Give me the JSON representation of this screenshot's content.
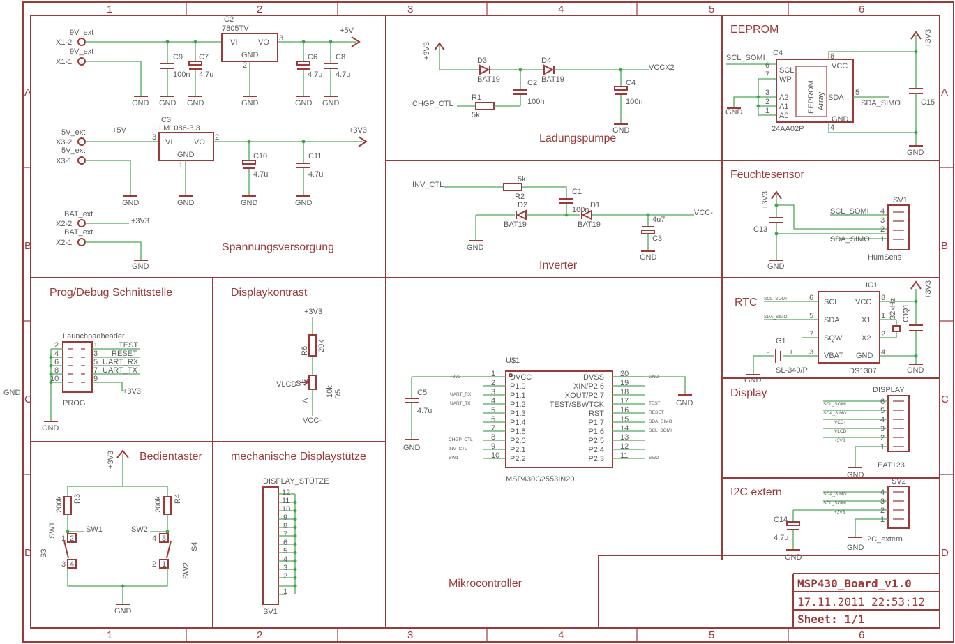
{
  "frame": {
    "columns": [
      "1",
      "2",
      "3",
      "4",
      "5",
      "6"
    ],
    "rows": [
      "A",
      "B",
      "C",
      "D"
    ]
  },
  "sections": {
    "power": "Spannungsversorgung",
    "charge_pump": "Ladungspumpe",
    "inverter": "Inverter",
    "eeprom": "EEPROM",
    "humidity": "Feuchtesensor",
    "rtc": "RTC",
    "prog": "Prog/Debug Schnittstelle",
    "contrast": "Displaykontrast",
    "display": "Display",
    "i2c": "I2C extern",
    "buttons": "Bedientaster",
    "mech": "mechanische Displaystütze",
    "mcu": "Mikrocontroller"
  },
  "power": {
    "x1_2": "X1-2",
    "x1_1": "X1-1",
    "v9_a": "9V_ext",
    "v9_b": "9V_ext",
    "ic2": "IC2",
    "ic2_val": "7805TV",
    "vi": "VI",
    "vo": "VO",
    "gnd": "GND",
    "p1": "1",
    "p2": "2",
    "p3": "3",
    "v5": "+5V",
    "c9": "C9",
    "c7": "C7",
    "c6": "C6",
    "c8": "C8",
    "v100n": "100n",
    "v47u": "4.7u",
    "x3_2": "X3-2",
    "x3_1": "X3-1",
    "v5_a": "5V_ext",
    "v5_b": "5V_ext",
    "ic3": "IC3",
    "ic3_val": "LM1086-3.3",
    "v33": "+3V3",
    "c10": "C10",
    "c11": "C11",
    "x2_2": "X2-2",
    "x2_1": "X2-1",
    "bat_a": "BAT_ext",
    "bat_b": "BAT_ext"
  },
  "pump": {
    "v33": "+3V3",
    "d3": "D3",
    "d4": "D4",
    "bat19": "BAT19",
    "vccx2": "VCCX2",
    "c2": "C2",
    "c4": "C4",
    "v100n": "100n",
    "chgp": "CHGP_CTL",
    "r1": "R1",
    "r1_val": "5k",
    "gnd": "GND"
  },
  "inverter": {
    "inv_ctl": "INV_CTL",
    "r2": "R2",
    "r2_val": "5k",
    "c1": "C1",
    "v100n": "100n",
    "d2": "D2",
    "d1": "D1",
    "bat19": "BAT19",
    "vcc_minus": "VCC-",
    "v4u7": "4u7",
    "c3": "C3",
    "gnd": "GND"
  },
  "eeprom": {
    "scl": "SCL_SOMI",
    "ic4": "IC4",
    "pin_scl": "SCL",
    "pin_wp": "WP",
    "pin_a2": "A2",
    "pin_a1": "A1",
    "pin_a0": "A0",
    "pin_vcc": "VCC",
    "pin_sda": "SDA",
    "pin_gnd": "GND",
    "inner1": "EEPROM",
    "inner2": "Array",
    "part": "24AA02P",
    "sda": "SDA_SIMO",
    "c15": "C15",
    "gnd": "GND",
    "v33": "+3V3",
    "n8": "8",
    "n6": "6",
    "n7": "7",
    "n3": "3",
    "n2": "2",
    "n1": "1",
    "n5": "5",
    "n4": "4"
  },
  "humidity": {
    "v33": "+3V3",
    "c13": "C13",
    "gnd": "GND",
    "sv1": "SV1",
    "scl": "SCL_SOMI",
    "sda": "SDA_SIMO",
    "part": "HumSens",
    "n4": "4",
    "n3": "3",
    "n2": "2",
    "n1": "1"
  },
  "rtc": {
    "scl": "SCL_SOMI",
    "sda": "SDA_SIMO",
    "pin_scl": "SCL",
    "pin_sda": "SDA",
    "pin_sqw": "SQW",
    "pin_vbat": "VBAT",
    "pin_vcc": "VCC",
    "pin_x1": "X1",
    "pin_x2": "X2",
    "pin_gnd": "GND",
    "ic1": "IC1",
    "part": "DS1307",
    "g1": "G1",
    "g1_val": "SL-340/P",
    "q1": "Q1",
    "q1_val": "32kHz",
    "c12": "C12",
    "gnd": "GND",
    "v33": "+3V3",
    "minus": "-",
    "plus": "+",
    "n6": "6",
    "n5": "5",
    "n7": "7",
    "n3": "3",
    "n8": "8",
    "n1": "1",
    "n2": "2",
    "n4": "4"
  },
  "prog": {
    "header": "Launchpadheader",
    "part": "PROG",
    "gnd": "GND",
    "v33": "+3V3",
    "test": "TEST",
    "reset": "RESET",
    "rx": "UART_RX",
    "tx": "UART_TX",
    "l2": "2",
    "l4": "4",
    "l6": "6",
    "l8": "8",
    "l10": "10",
    "r1": "1",
    "r3": "3",
    "r5": "5",
    "r7": "7",
    "r9": "9",
    "gnd_left": "GND"
  },
  "contrast": {
    "v33": "+3V3",
    "r6": "R6",
    "r6_val": "20k",
    "vlcd": "VLCD",
    "r5": "R5",
    "r5_val": "10k",
    "vcc_minus": "VCC-",
    "e": "E",
    "a": "A",
    "s": "S"
  },
  "display": {
    "title": "DISPLAY",
    "part": "EAT123",
    "gnd": "GND",
    "scl": "SCL_SOMI",
    "sda": "SDA_SIMO",
    "vcc": "VCC-",
    "vlcd": "VLCD",
    "v33": "+3V3",
    "n6": "6",
    "n5": "5",
    "n4": "4",
    "n3": "3",
    "n2": "2",
    "n1": "1"
  },
  "i2c": {
    "sv2": "SV2",
    "part": "I2C_extern",
    "sda": "SDA_SIMO",
    "scl": "SCL_SOMI",
    "v33": "+3V3",
    "c14": "C14",
    "c14_val": "4.7u",
    "gnd": "GND",
    "gnd2": "GND",
    "n4": "4",
    "n3": "3",
    "n2": "2",
    "n1": "1"
  },
  "buttons": {
    "v33": "+3V3",
    "r3": "R3",
    "r4": "R4",
    "r_val": "200k",
    "sw1": "SW1",
    "sw2": "SW2",
    "s3": "S3",
    "s4": "S4",
    "gnd": "GND",
    "n1": "1",
    "n2": "2",
    "n3": "3",
    "n4": "4"
  },
  "mech": {
    "title": "DISPLAY_STÜTZE",
    "part": "SV1",
    "pins": [
      "12",
      "11",
      "10",
      "9",
      "8",
      "7",
      "6",
      "5",
      "4",
      "3",
      "2",
      "1"
    ]
  },
  "mcu": {
    "u1": "U$1",
    "part": "MSP430G2553IN20",
    "c5": "C5",
    "c5_val": "4.7u",
    "gnd": "GND",
    "left_pins": [
      "DVCC",
      "P1.0",
      "P1.1",
      "P1.2",
      "P1.3",
      "P1.4",
      "P1.5",
      "P2.0",
      "P2.1",
      "P2.2"
    ],
    "left_nums": [
      "1",
      "2",
      "3",
      "4",
      "5",
      "6",
      "7",
      "8",
      "9",
      "10"
    ],
    "right_pins": [
      "DVSS",
      "XIN/P2.6",
      "XOUT/P2.7",
      "TEST/SBWTCK",
      "RST",
      "P1.7",
      "P1.6",
      "P2.5",
      "P2.4",
      "P2.3"
    ],
    "right_nums": [
      "20",
      "19",
      "18",
      "17",
      "16",
      "15",
      "14",
      "13",
      "12",
      "11"
    ],
    "net_v33": "+3V3",
    "net_rx": "UART_RX",
    "net_tx": "UART_TX",
    "net_chgp": "CHGP_CTL",
    "net_inv": "INV_CTL",
    "net_sw1": "SW1",
    "net_gnd": "GND",
    "net_test": "TEST",
    "net_reset": "RESET",
    "net_sda": "SDA_SIMO",
    "net_scl": "SCL_SOMI",
    "net_sw2": "SW2"
  },
  "titleblock": {
    "name": "MSP430_Board_v1.0",
    "date": "17.11.2011 22:53:12",
    "sheet": "Sheet: 1/1"
  }
}
